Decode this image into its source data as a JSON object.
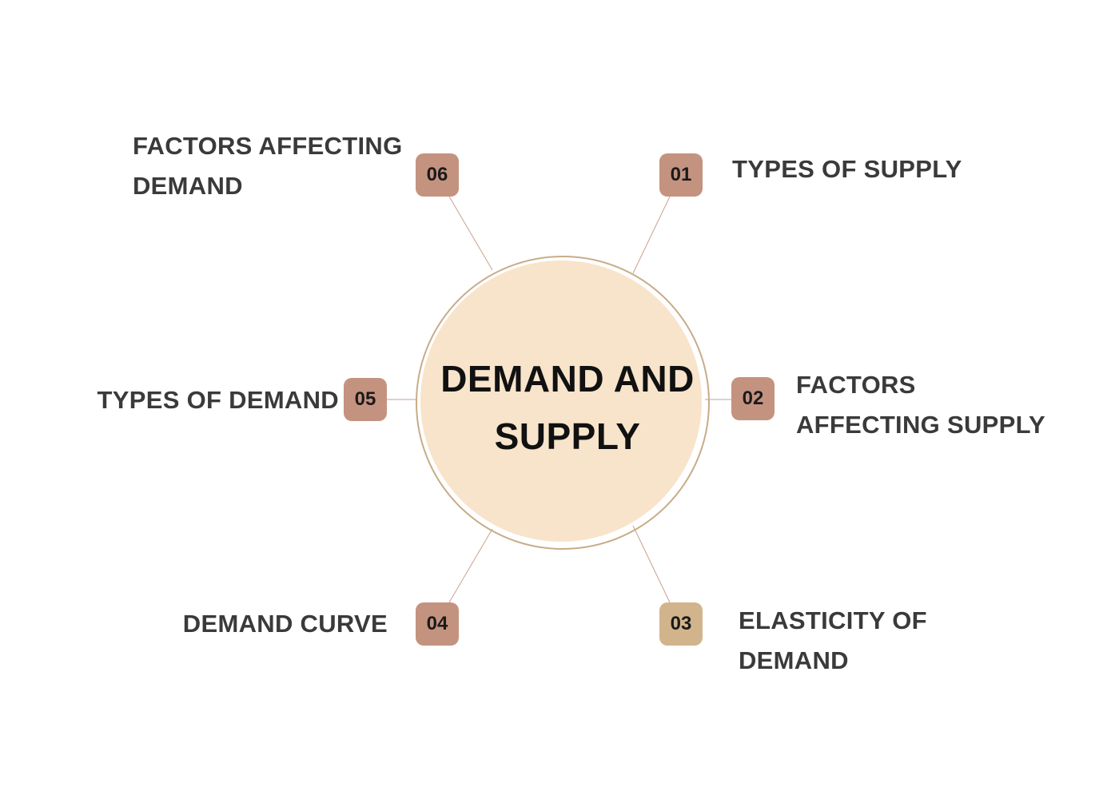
{
  "center": {
    "title_line1": "DEMAND AND",
    "title_line2": "SUPPLY"
  },
  "nodes": [
    {
      "number": "01",
      "label_line1": "TYPES OF SUPPLY",
      "label_line2": ""
    },
    {
      "number": "02",
      "label_line1": "FACTORS",
      "label_line2": "AFFECTING SUPPLY"
    },
    {
      "number": "03",
      "label_line1": "ELASTICITY OF",
      "label_line2": "DEMAND"
    },
    {
      "number": "04",
      "label_line1": "DEMAND CURVE",
      "label_line2": ""
    },
    {
      "number": "05",
      "label_line1": "TYPES OF DEMAND",
      "label_line2": ""
    },
    {
      "number": "06",
      "label_line1": "FACTORS AFFECTING",
      "label_line2": "DEMAND"
    }
  ],
  "colors": {
    "hub_fill": "#f7e4cb",
    "hub_border": "#c8ac88",
    "badge_terracotta": "#c49380",
    "badge_tan": "#d2b48c",
    "connector": "#c9a18f",
    "label_text": "#3a3a3a"
  }
}
